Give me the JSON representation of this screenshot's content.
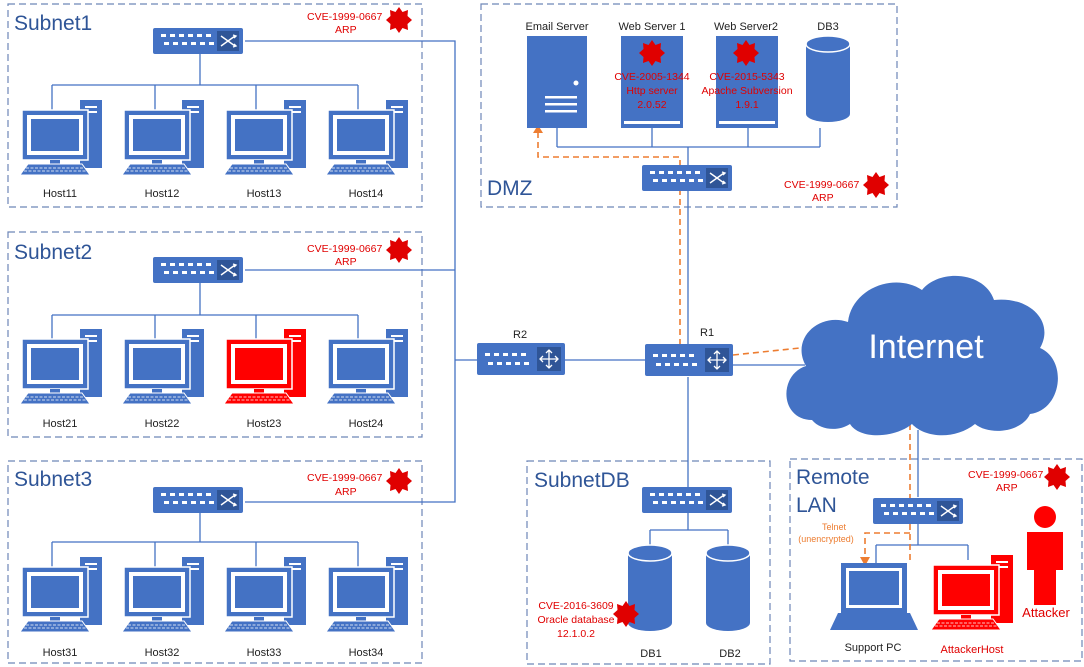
{
  "zones": {
    "subnet1": "Subnet1",
    "subnet2": "Subnet2",
    "subnet3": "Subnet3",
    "dmz": "DMZ",
    "subnetdb": "SubnetDB",
    "remote_line1": "Remote",
    "remote_line2": "LAN"
  },
  "hosts": {
    "subnet1": [
      "Host11",
      "Host12",
      "Host13",
      "Host14"
    ],
    "subnet2": [
      "Host21",
      "Host22",
      "Host23",
      "Host24"
    ],
    "subnet3": [
      "Host31",
      "Host32",
      "Host33",
      "Host34"
    ]
  },
  "switch_vuln": {
    "cve": "CVE-1999-0667",
    "service": "ARP"
  },
  "routers": {
    "r1": "R1",
    "r2": "R2"
  },
  "dmz_servers": {
    "email": "Email Server",
    "web1": "Web Server 1",
    "web2": "Web Server2",
    "db3": "DB3"
  },
  "web1_vuln": {
    "cve": "CVE-2005-1344",
    "line2": "Http server",
    "line3": "2.0.52"
  },
  "web2_vuln": {
    "cve": "CVE-2015-5343",
    "line2": "Apache Subversion",
    "line3": "1.9.1"
  },
  "db": {
    "db1": "DB1",
    "db2": "DB2"
  },
  "db_vuln": {
    "cve": "CVE-2016-3609",
    "line2": "Oracle database",
    "line3": "12.1.0.2"
  },
  "internet": "Internet",
  "remote": {
    "support_pc": "Support PC",
    "attacker_host": "AttackerHost",
    "attacker": "Attacker",
    "telnet_line1": "Telnet",
    "telnet_line2": "(unencrypted)"
  },
  "colors": {
    "device": "#4472c4",
    "compromised": "#ff0000",
    "attack_path": "#ed7d31",
    "zone_border": "#6d86b8",
    "vuln_text": "#e00000"
  }
}
